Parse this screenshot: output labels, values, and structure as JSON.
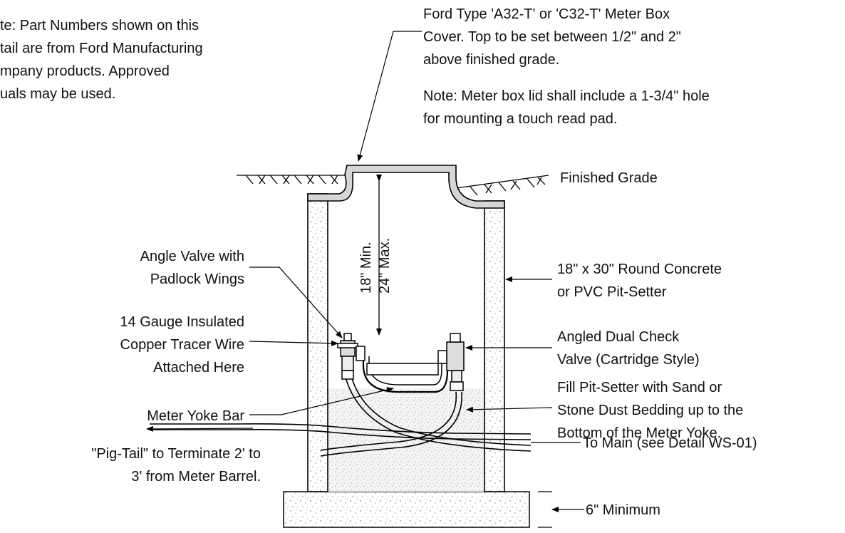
{
  "notes": {
    "part_numbers": [
      "te:  Part Numbers shown on this",
      "tail are from Ford Manufacturing",
      "mpany products.  Approved",
      "uals may be used."
    ],
    "cover": [
      "Ford  Type 'A32-T' or 'C32-T' Meter Box",
      "Cover.  Top to be set between 1/2\" and 2\"",
      "above finished grade."
    ],
    "lid": [
      "Note:  Meter box lid shall include a 1-3/4\" hole",
      "for mounting a touch read pad."
    ]
  },
  "labels": {
    "finished_grade": "Finished Grade",
    "angle_valve": [
      "Angle Valve with",
      "Padlock Wings"
    ],
    "tracer_wire": [
      "14 Gauge Insulated",
      "Copper Tracer Wire",
      "Attached Here"
    ],
    "yoke_bar": "Meter Yoke Bar",
    "pig_tail": [
      "\"Pig-Tail\" to Terminate 2' to",
      "3' from Meter Barrel."
    ],
    "pit_setter": [
      "18\" x 30\" Round Concrete",
      "or PVC Pit-Setter"
    ],
    "dual_check": [
      "Angled Dual Check",
      "Valve (Cartridge Style)"
    ],
    "fill": [
      "Fill Pit-Setter with Sand or",
      "Stone Dust Bedding up to the",
      "Bottom of the Meter Yoke."
    ],
    "to_main": "To Main (see Detail WS-01)",
    "six_min": "6\" Minimum"
  },
  "dimensions": {
    "min": "18\" Min.",
    "max": "24\" Max."
  }
}
